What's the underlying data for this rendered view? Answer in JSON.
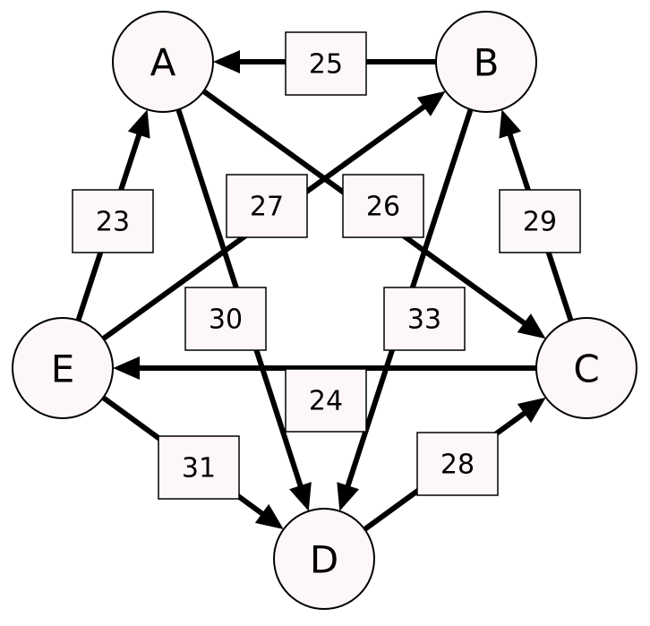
{
  "graph": {
    "nodes": [
      {
        "id": "A",
        "label": "A"
      },
      {
        "id": "B",
        "label": "B"
      },
      {
        "id": "C",
        "label": "C"
      },
      {
        "id": "D",
        "label": "D"
      },
      {
        "id": "E",
        "label": "E"
      }
    ],
    "edges": [
      {
        "from": "B",
        "to": "A",
        "weight": "25"
      },
      {
        "from": "A",
        "to": "C",
        "weight": "26"
      },
      {
        "from": "E",
        "to": "B",
        "weight": "27"
      },
      {
        "from": "E",
        "to": "A",
        "weight": "23"
      },
      {
        "from": "C",
        "to": "B",
        "weight": "29"
      },
      {
        "from": "A",
        "to": "D",
        "weight": "30"
      },
      {
        "from": "B",
        "to": "D",
        "weight": "33"
      },
      {
        "from": "C",
        "to": "E",
        "weight": "24"
      },
      {
        "from": "E",
        "to": "D",
        "weight": "31"
      },
      {
        "from": "D",
        "to": "C",
        "weight": "28"
      }
    ]
  }
}
